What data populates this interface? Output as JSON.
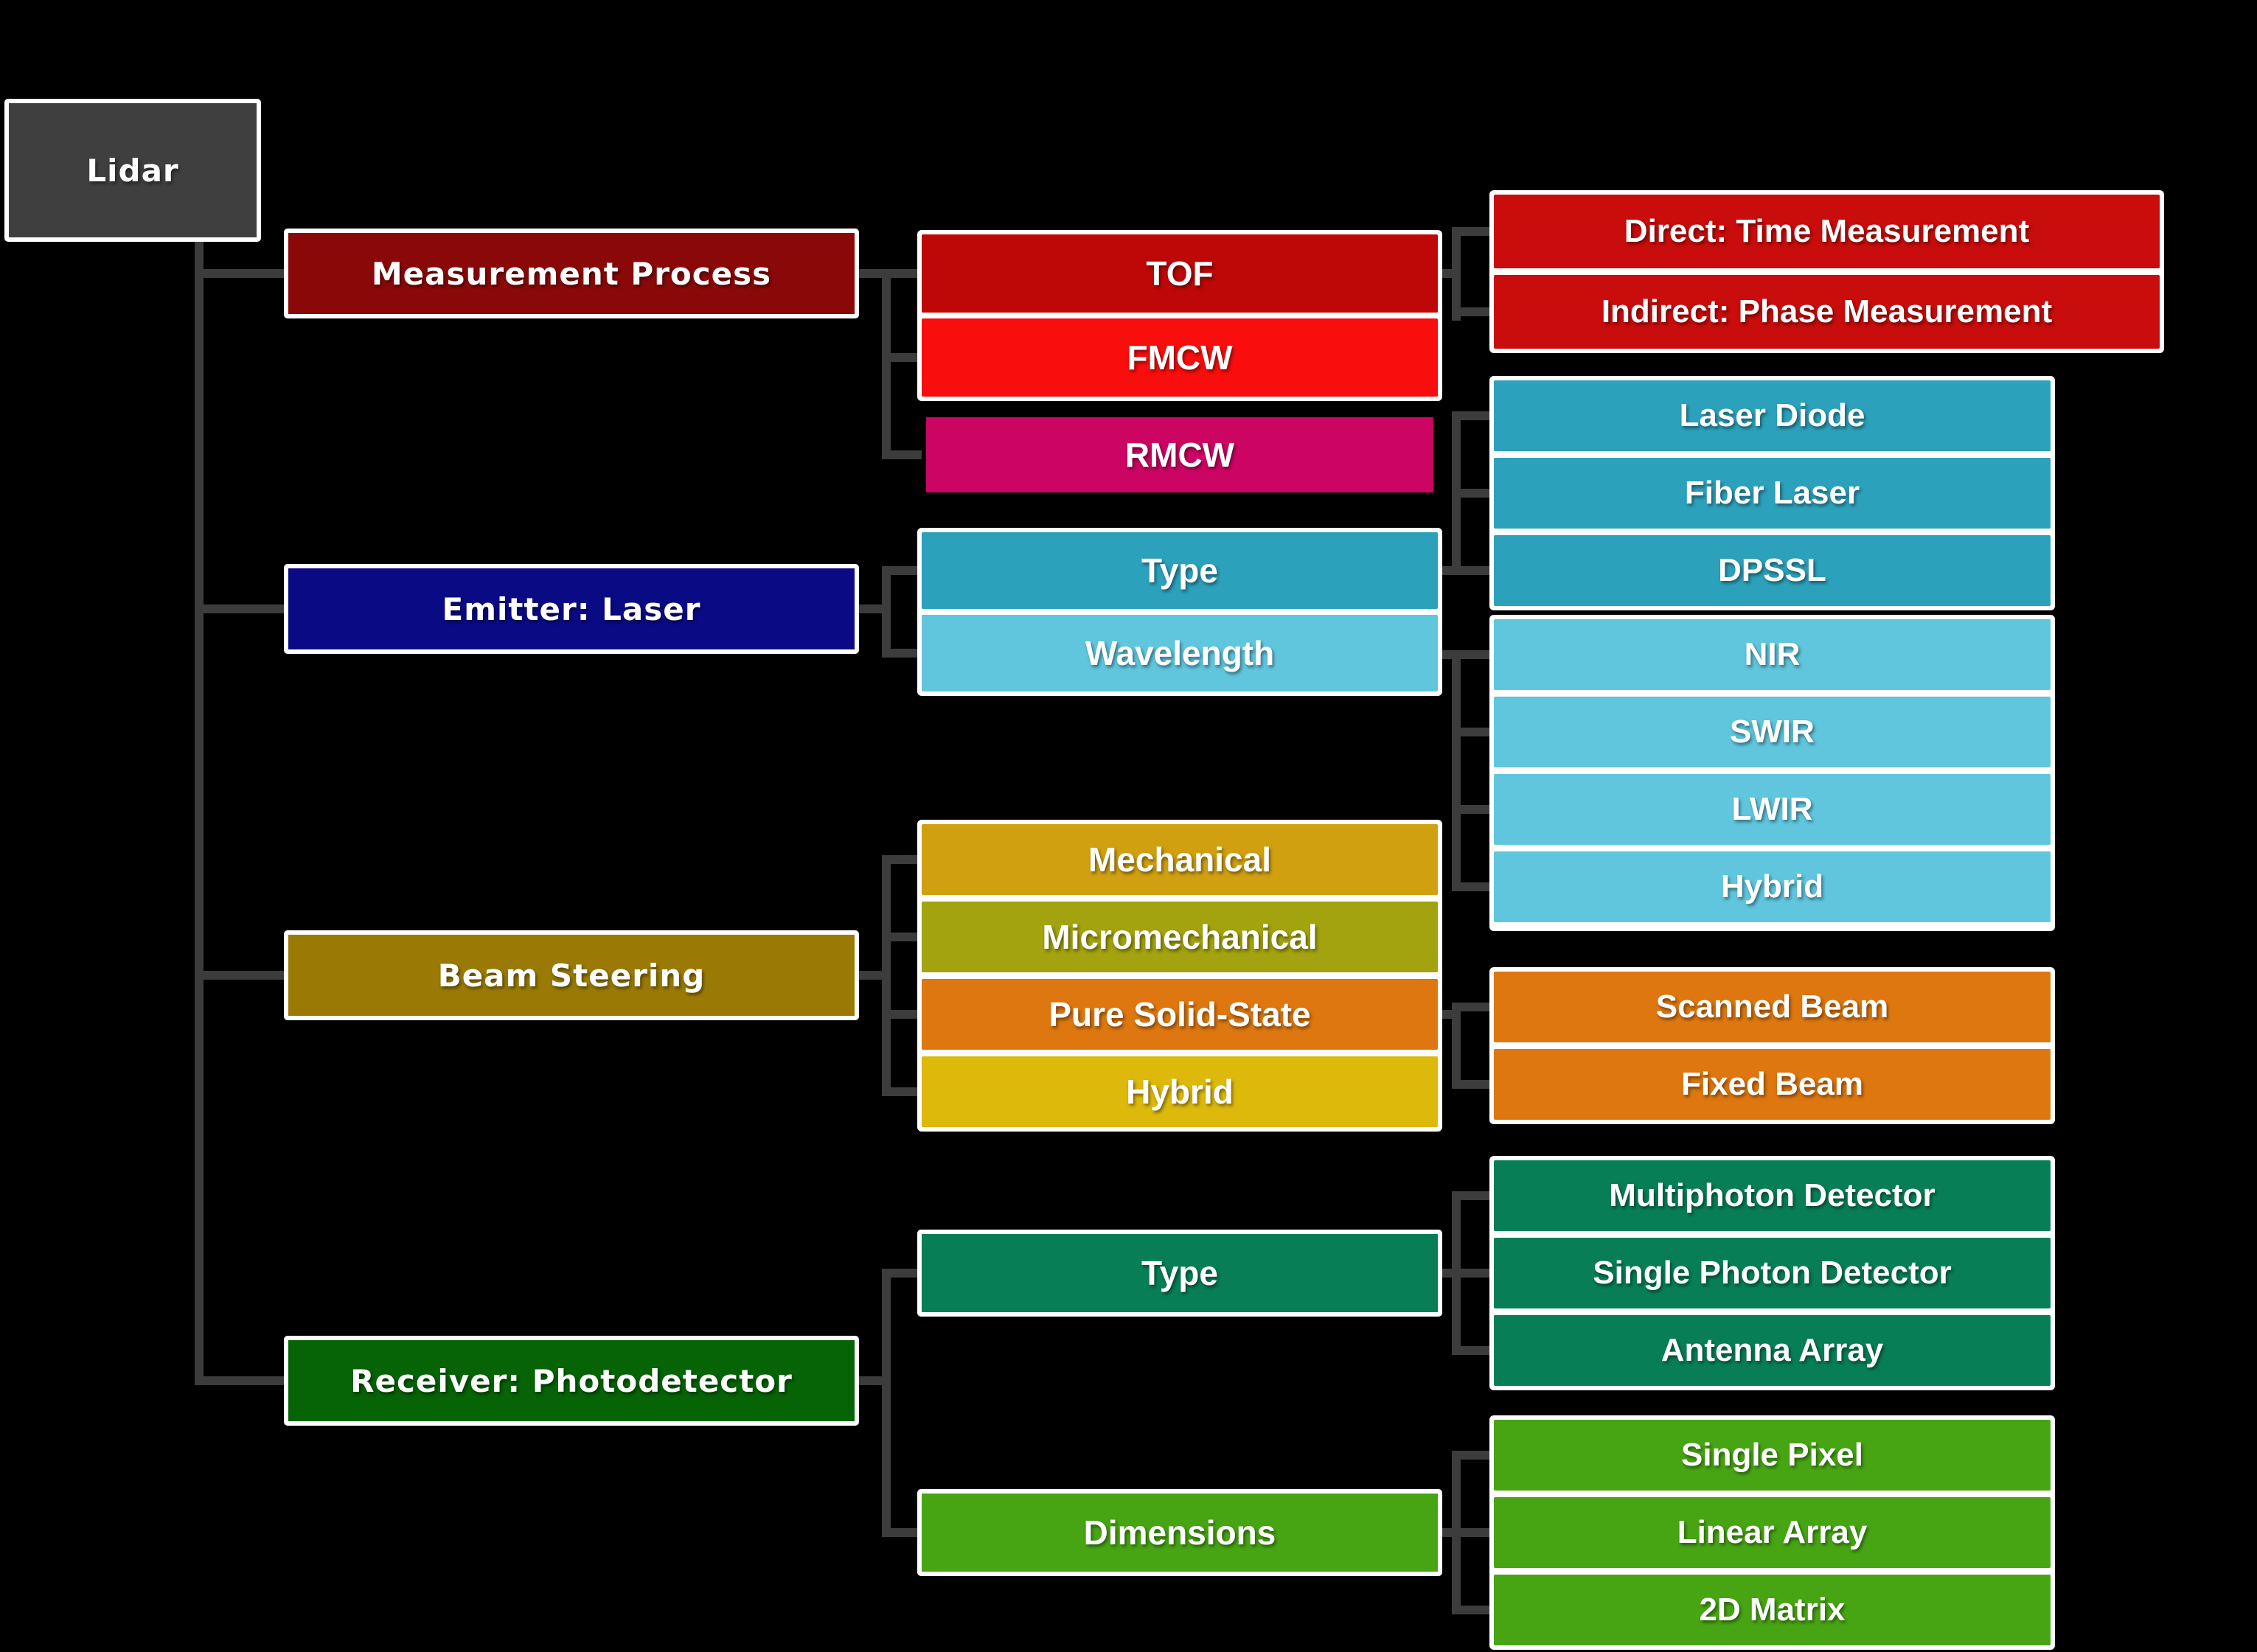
{
  "background": "#000000",
  "connector_color": "#3C3C3C",
  "text_color": "#FFFFFF",
  "tree": {
    "root": {
      "label": "Lidar",
      "color": "#3F3F3F"
    },
    "branches": {
      "measurement_process": {
        "label": "Measurement Process",
        "color": "#8B0808",
        "children": {
          "tof": {
            "label": "TOF",
            "color": "#BE0707",
            "children": {
              "direct": {
                "label": "Direct: Time Measurement",
                "color": "#C90C0C"
              },
              "indirect": {
                "label": "Indirect: Phase Measurement",
                "color": "#C90C0C"
              }
            }
          },
          "fmcw": {
            "label": "FMCW",
            "color": "#F90D0D"
          },
          "rmcw": {
            "label": "RMCW",
            "color": "#CC0462"
          }
        }
      },
      "emitter_laser": {
        "label": "Emitter: Laser",
        "color": "#0A0A85",
        "children": {
          "type": {
            "label": "Type",
            "color": "#2CA1BB",
            "children": {
              "laser_diode": {
                "label": "Laser Diode",
                "color": "#2CA1BB"
              },
              "fiber_laser": {
                "label": "Fiber Laser",
                "color": "#2CA1BB"
              },
              "dpssl": {
                "label": "DPSSL",
                "color": "#2CA1BB"
              }
            }
          },
          "wavelength": {
            "label": "Wavelength",
            "color": "#5FC6DE",
            "children": {
              "nir": {
                "label": "NIR",
                "color": "#5FC6DE"
              },
              "swir": {
                "label": "SWIR",
                "color": "#5FC6DE"
              },
              "lwir": {
                "label": "LWIR",
                "color": "#5FC6DE"
              },
              "hybrid": {
                "label": "Hybrid",
                "color": "#5FC6DE"
              }
            }
          }
        }
      },
      "beam_steering": {
        "label": "Beam Steering",
        "color": "#9A7A04",
        "children": {
          "mechanical": {
            "label": "Mechanical",
            "color": "#D0A010"
          },
          "micromechanical": {
            "label": "Micromechanical",
            "color": "#A2A30E"
          },
          "pure_solid_state": {
            "label": "Pure Solid-State",
            "color": "#DE770F",
            "children": {
              "scanned_beam": {
                "label": "Scanned Beam",
                "color": "#DE770F"
              },
              "fixed_beam": {
                "label": "Fixed Beam",
                "color": "#DE770F"
              }
            }
          },
          "hybrid": {
            "label": "Hybrid",
            "color": "#DCB90B"
          }
        }
      },
      "receiver_photodetector": {
        "label": "Receiver: Photodetector",
        "color": "#066306",
        "children": {
          "type": {
            "label": "Type",
            "color": "#077E56",
            "children": {
              "multiphoton_detector": {
                "label": "Multiphoton Detector",
                "color": "#077E56"
              },
              "single_photon_detector": {
                "label": "Single Photon Detector",
                "color": "#077E56"
              },
              "antenna_array": {
                "label": "Antenna Array",
                "color": "#077E56"
              }
            }
          },
          "dimensions": {
            "label": "Dimensions",
            "color": "#47A513",
            "children": {
              "single_pixel": {
                "label": "Single Pixel",
                "color": "#47A513"
              },
              "linear_array": {
                "label": "Linear Array",
                "color": "#47A513"
              },
              "matrix_2d": {
                "label": "2D Matrix",
                "color": "#47A513"
              }
            }
          }
        }
      }
    }
  }
}
